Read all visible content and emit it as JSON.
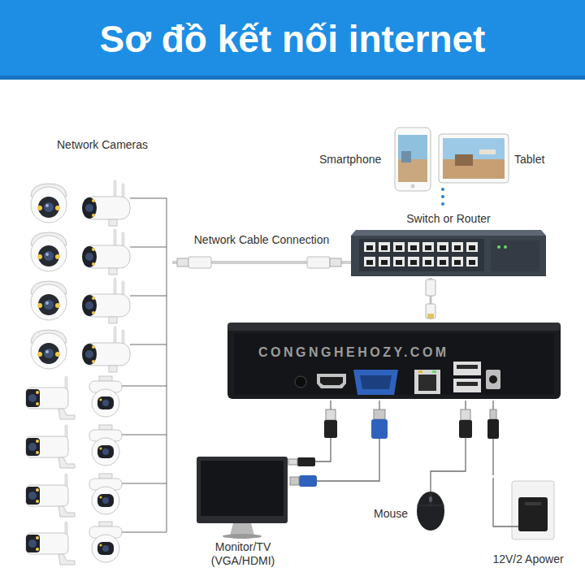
{
  "diagram": {
    "title": "Sơ đồ kết nối internet",
    "nodes": [
      {
        "text": [
          "Network Cameras"
        ]
      },
      {
        "text": [
          "Smartphone"
        ]
      },
      {
        "text": [
          "Tablet"
        ]
      },
      {
        "text": [
          "Switch or Router"
        ]
      },
      {
        "text": [
          "CONGNGHEHOZY.COM"
        ]
      },
      {
        "text": [
          "Monitor/TV (VGA/HDMI)"
        ]
      },
      {
        "text": [
          "Mouse"
        ]
      },
      {
        "text": [
          "12V/2 Apower"
        ]
      }
    ],
    "edges": [
      {
        "from": 0,
        "to": 3,
        "arrow": "none",
        "label": "Network Cable Connection"
      },
      {
        "from": 3,
        "to": 4,
        "arrow": "none"
      },
      {
        "from": 4,
        "to": 5,
        "arrow": "none"
      },
      {
        "from": 4,
        "to": 5,
        "arrow": "none"
      },
      {
        "from": 4,
        "to": 6,
        "arrow": "none"
      },
      {
        "from": 4,
        "to": 7,
        "arrow": "none"
      }
    ]
  }
}
